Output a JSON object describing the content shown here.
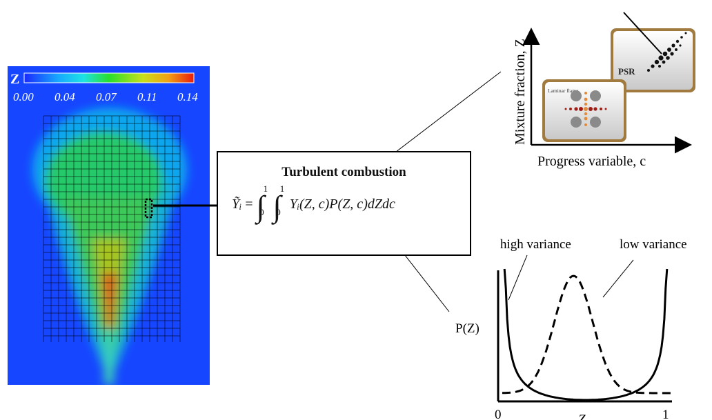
{
  "colorbar": {
    "symbol": "Z",
    "ticks": [
      "0.00",
      "0.04",
      "0.07",
      "0.11",
      "0.14"
    ]
  },
  "equation_box": {
    "title": "Turbulent combustion",
    "formula": {
      "lhs": "Ỹᵢ",
      "eq": "=",
      "integral": "∫",
      "lower": "0",
      "upper": "1",
      "integrand": "Yᵢ(Z, c)P(Z, c)dZdc"
    }
  },
  "manifold_diagram": {
    "y_axis_label": "Mixture fraction, Z",
    "x_axis_label": "Progress variable, c",
    "laminar_label": "Laminar flame",
    "psr_label": "PSR"
  },
  "pdf_plot": {
    "label_high": "high variance",
    "label_low": "low variance",
    "y_label": "P(Z)",
    "x_label": "Z",
    "x_tick_0": "0",
    "x_tick_1": "1"
  },
  "colors": {
    "background_field": "#1646ff",
    "stroke": "#000000"
  }
}
